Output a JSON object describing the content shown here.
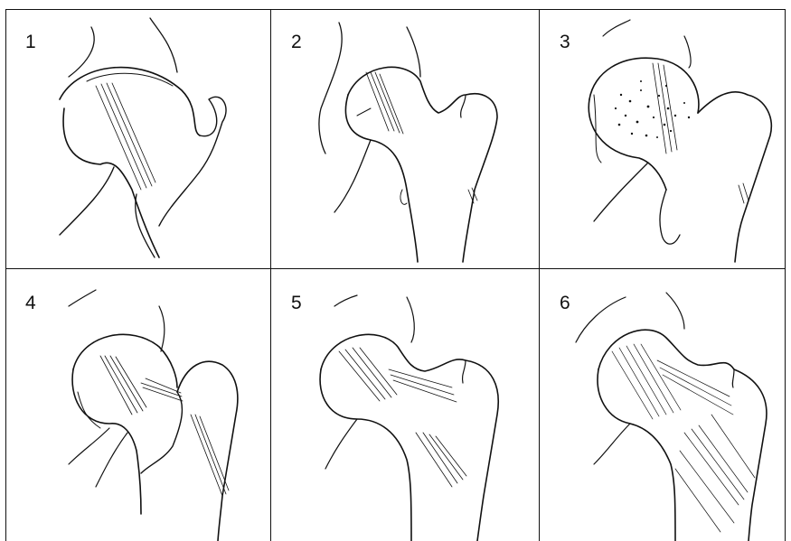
{
  "panels": [
    {
      "label": "1",
      "stage_icon": "femoral-head-trabecular-stage-1"
    },
    {
      "label": "2",
      "stage_icon": "femoral-head-trabecular-stage-2"
    },
    {
      "label": "3",
      "stage_icon": "femoral-head-trabecular-stage-3"
    },
    {
      "label": "4",
      "stage_icon": "femoral-head-trabecular-stage-4"
    },
    {
      "label": "5",
      "stage_icon": "femoral-head-trabecular-stage-5"
    },
    {
      "label": "6",
      "stage_icon": "femoral-head-trabecular-stage-6"
    }
  ],
  "colors": {
    "line": "#111111",
    "background": "#ffffff"
  }
}
